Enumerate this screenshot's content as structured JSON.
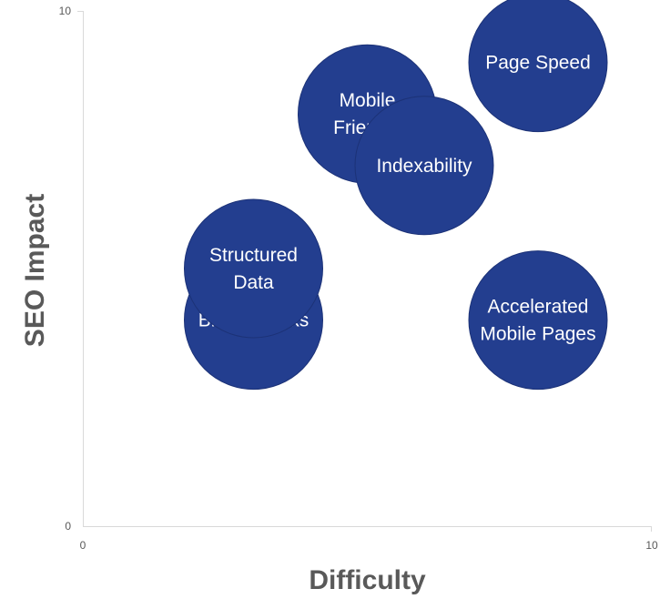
{
  "chart_data": {
    "type": "bubble",
    "xlabel": "Difficulty",
    "ylabel": "SEO Impact",
    "xlim": [
      0,
      10
    ],
    "ylim": [
      0,
      10
    ],
    "x_ticks": [
      "0",
      "10"
    ],
    "y_ticks": [
      "0",
      "10"
    ],
    "grid": false,
    "bubble_color": "#233e8f",
    "points": [
      {
        "label": "Page Speed",
        "lines": [
          "Page Speed"
        ],
        "x": 8.0,
        "y": 9.0
      },
      {
        "label": "Mobile Friendly",
        "lines": [
          "Mobile",
          "Friendly"
        ],
        "x": 5.0,
        "y": 8.0
      },
      {
        "label": "Indexability",
        "lines": [
          "Indexability"
        ],
        "x": 6.0,
        "y": 7.0
      },
      {
        "label": "Broken Links",
        "lines": [
          "Broken Links"
        ],
        "x": 3.0,
        "y": 4.0
      },
      {
        "label": "Structured Data",
        "lines": [
          "Structured",
          "Data"
        ],
        "x": 3.0,
        "y": 5.0
      },
      {
        "label": "Accelerated Mobile Pages",
        "lines": [
          "Accelerated",
          "Mobile Pages"
        ],
        "x": 8.0,
        "y": 4.0
      }
    ]
  }
}
